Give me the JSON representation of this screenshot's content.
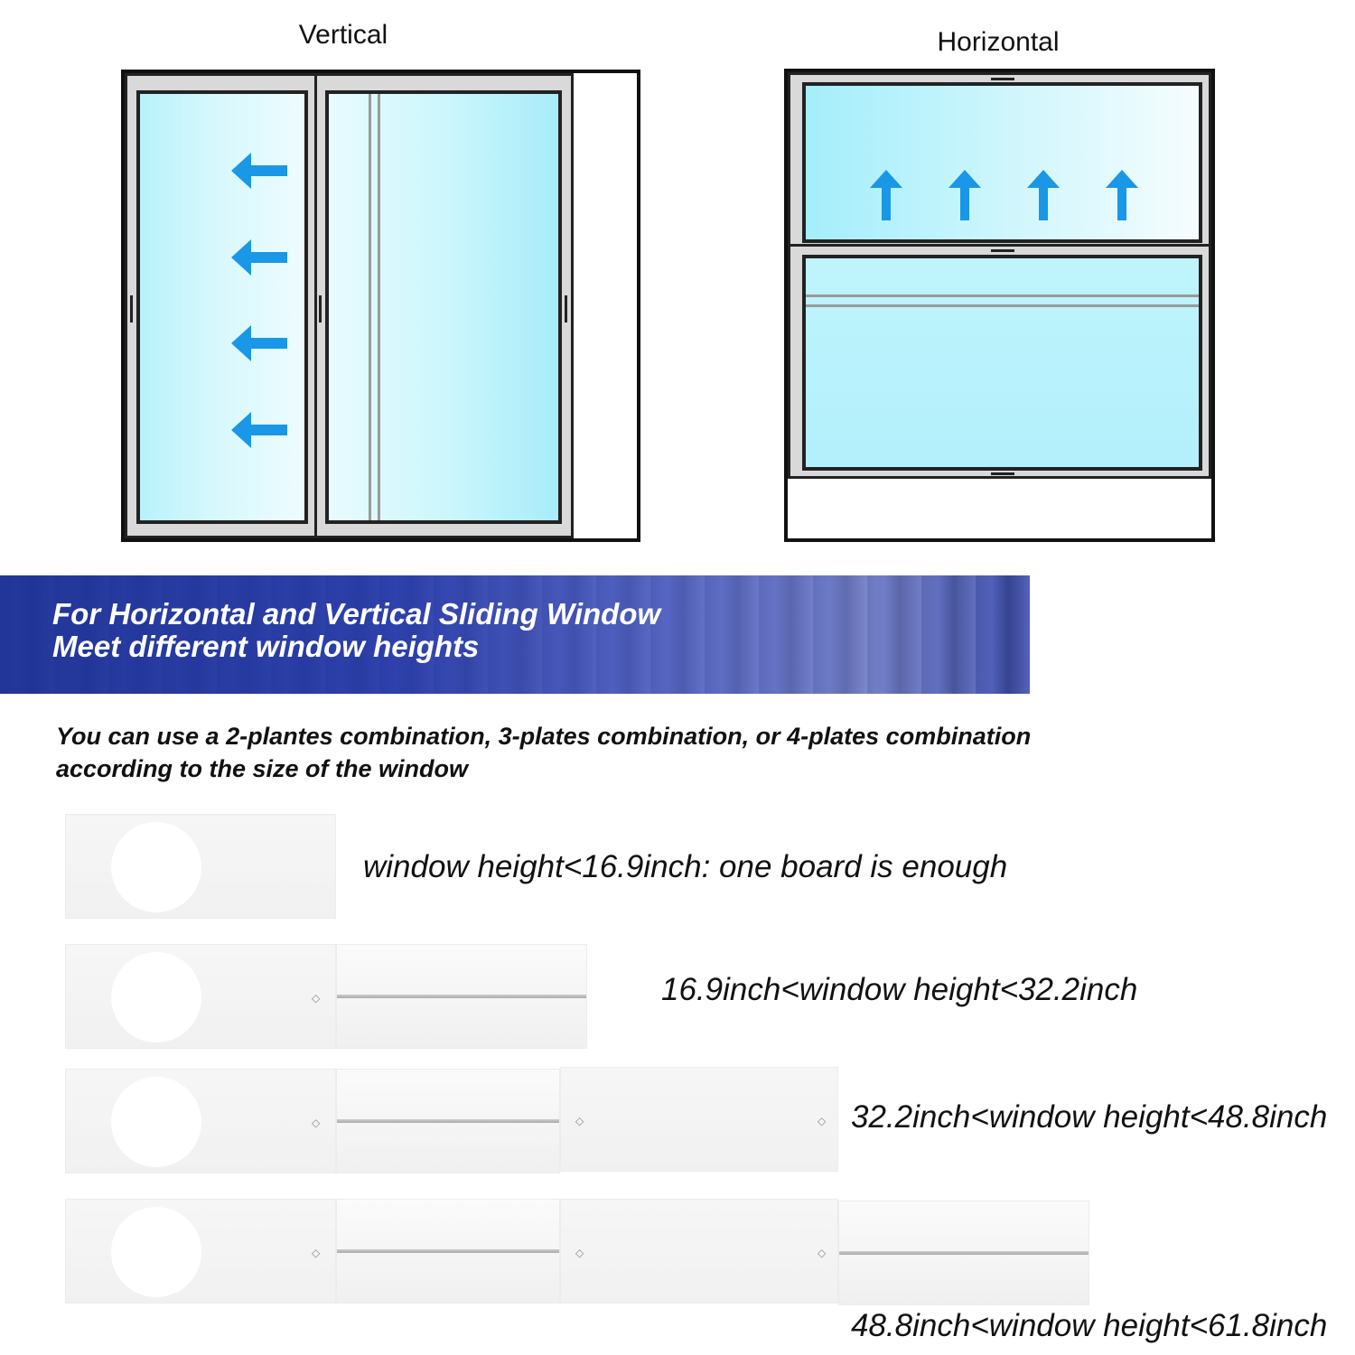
{
  "diagrams": {
    "vertical_label": "Vertical",
    "horizontal_label": "Horizontal",
    "arrow_color": "#1a97e6"
  },
  "banner": {
    "line1": "For Horizontal and Vertical Sliding Window",
    "line2": "Meet different window heights",
    "color": "#2d3d9c"
  },
  "intro": "You can use a 2-plantes combination, 3-plates combination, or 4-plates combination according to the size of the window",
  "combinations": [
    {
      "plates": 1,
      "label": "window height<16.9inch: one board is enough"
    },
    {
      "plates": 2,
      "label": "16.9inch<window height<32.2inch"
    },
    {
      "plates": 3,
      "label": "32.2inch<window height<48.8inch"
    },
    {
      "plates": 4,
      "label": "48.8inch<window height<61.8inch"
    }
  ]
}
